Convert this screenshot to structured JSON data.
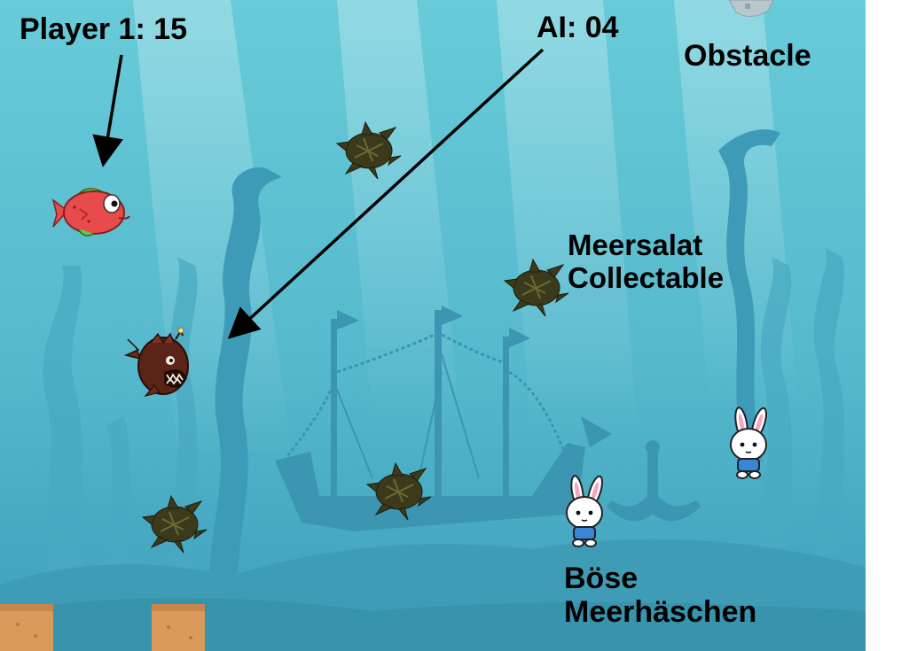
{
  "hud": {
    "player_score": "Player 1: 15",
    "ai_score": "AI: 04"
  },
  "annotations": {
    "obstacle": "Obstacle",
    "collectable_line1": "Meersalat",
    "collectable_line2": "Collectable",
    "enemy_line1": "Böse",
    "enemy_line2": "Meerhäschen"
  },
  "colors": {
    "water_top": "#5fc4d4",
    "water_bottom": "#3a9fb6",
    "silhouette": "#3b95b2",
    "sand": "#d99a5c",
    "player_fish": "#e84b4b",
    "fin_green": "#6cc24a",
    "anglerfish": "#5a2418",
    "seaweed": "#3f3a1e",
    "bunny_shirt": "#3a86d6"
  }
}
